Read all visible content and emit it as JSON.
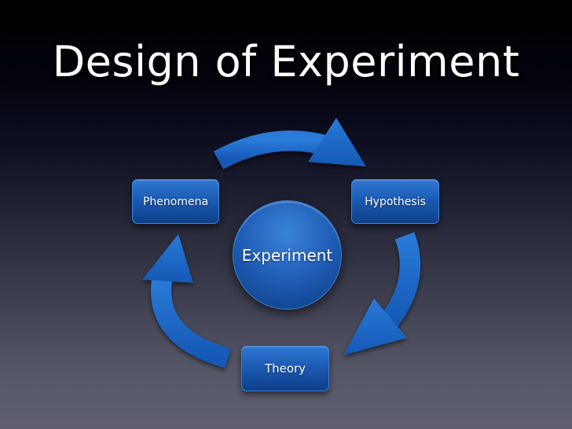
{
  "slide": {
    "title": "Design of Experiment"
  },
  "diagram": {
    "center_label": "Experiment",
    "nodes": [
      {
        "label": "Phenomena"
      },
      {
        "label": "Hypothesis"
      },
      {
        "label": "Theory"
      }
    ]
  },
  "colors": {
    "node_fill": "#1c5bb3",
    "arrow_fill": "#1f6ccd",
    "title_text": "#ffffff"
  }
}
